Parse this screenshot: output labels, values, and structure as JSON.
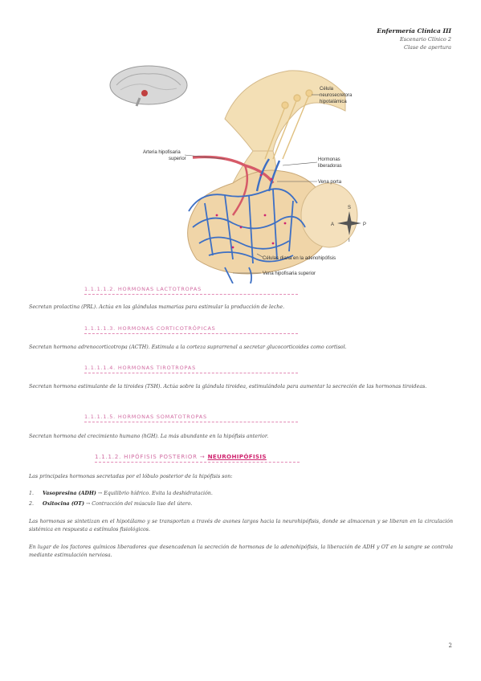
{
  "header": {
    "title": "Enfermería Clínica III",
    "subtitle": "Escenario Clínico 2",
    "subtitle2": "Clase de apertura"
  },
  "figure": {
    "labels": {
      "cell": "Célula",
      "cell2": "neurosecretora",
      "cell3": "hipotalámica",
      "artery": "Arteria hipofisaria",
      "artery2": "superior",
      "hormones": "Hormonas",
      "hormones2": "liberadoras",
      "portal": "Vena porta",
      "target": "Células diana en la adenohipófisis",
      "vein": "Vena hipofisaria superior",
      "compass_s": "S",
      "compass_a": "A",
      "compass_p": "P",
      "compass_i": "I"
    }
  },
  "sections": {
    "lactotropas": "1.1.1.1.2. HORMONAS LACTOTROPAS",
    "corticotropicas": "1.1.1.1.3. HORMONAS CORTICOTRÓPICAS",
    "tirotropas": "1.1.1.1.4. HORMONAS TIROTROPAS",
    "somatotropas": "1.1.1.1.5. HORMONAS SOMATOTROPAS",
    "posterior_a": "1.1.1.2. HIPÓFISIS POSTERIOR →",
    "posterior_b": "NEUROHIPÓFISIS"
  },
  "paragraphs": {
    "p1": "Secretan prolactina (PRL). Actúa en las glándulas mamarias para estimular la producción de leche.",
    "p2": "Secretan hormona adrenocorticotropa (ACTH). Estimula a la corteza suprarrenal a secretar glucocorticoides como cortisol.",
    "p3": "Secretan hormona estimulante de la tiroides (TSH). Actúa sobre la glándula tiroidea, estimulándola para aumentar la secreción de las hormonas tiroideas.",
    "p4": "Secretan hormona del crecimiento humano (hGH). La más abundante en la hipófisis anterior.",
    "p5": "Las principales hormonas secretadas por el lóbulo posterior de la hipófisis son:",
    "p6": "Las hormonas se sintetizan en el hipotálamo y se transportan a través de axones largos hacia la neurohipófisis, donde se almacenan y se liberan en la circulación sistémica en respuesta a estímulos fisiológicos.",
    "p7": "En lugar de los factores químicos liberadores que desencadenan la secreción de hormonas de la adenohipófisis, la liberación de ADH y OT en la sangre se controla mediante estimulación nerviosa."
  },
  "list": [
    {
      "num": "1.",
      "name": "Vasopresina (ADH)",
      "text": "→ Equilibrio hídrico. Evita la deshidratación."
    },
    {
      "num": "2.",
      "name": "Oxitocina (OT)",
      "text": "→ Contracción del músculo liso del útero."
    }
  ],
  "page_number": "2",
  "colors": {
    "accent": "#d26da3",
    "accent_strong": "#d0246f"
  }
}
